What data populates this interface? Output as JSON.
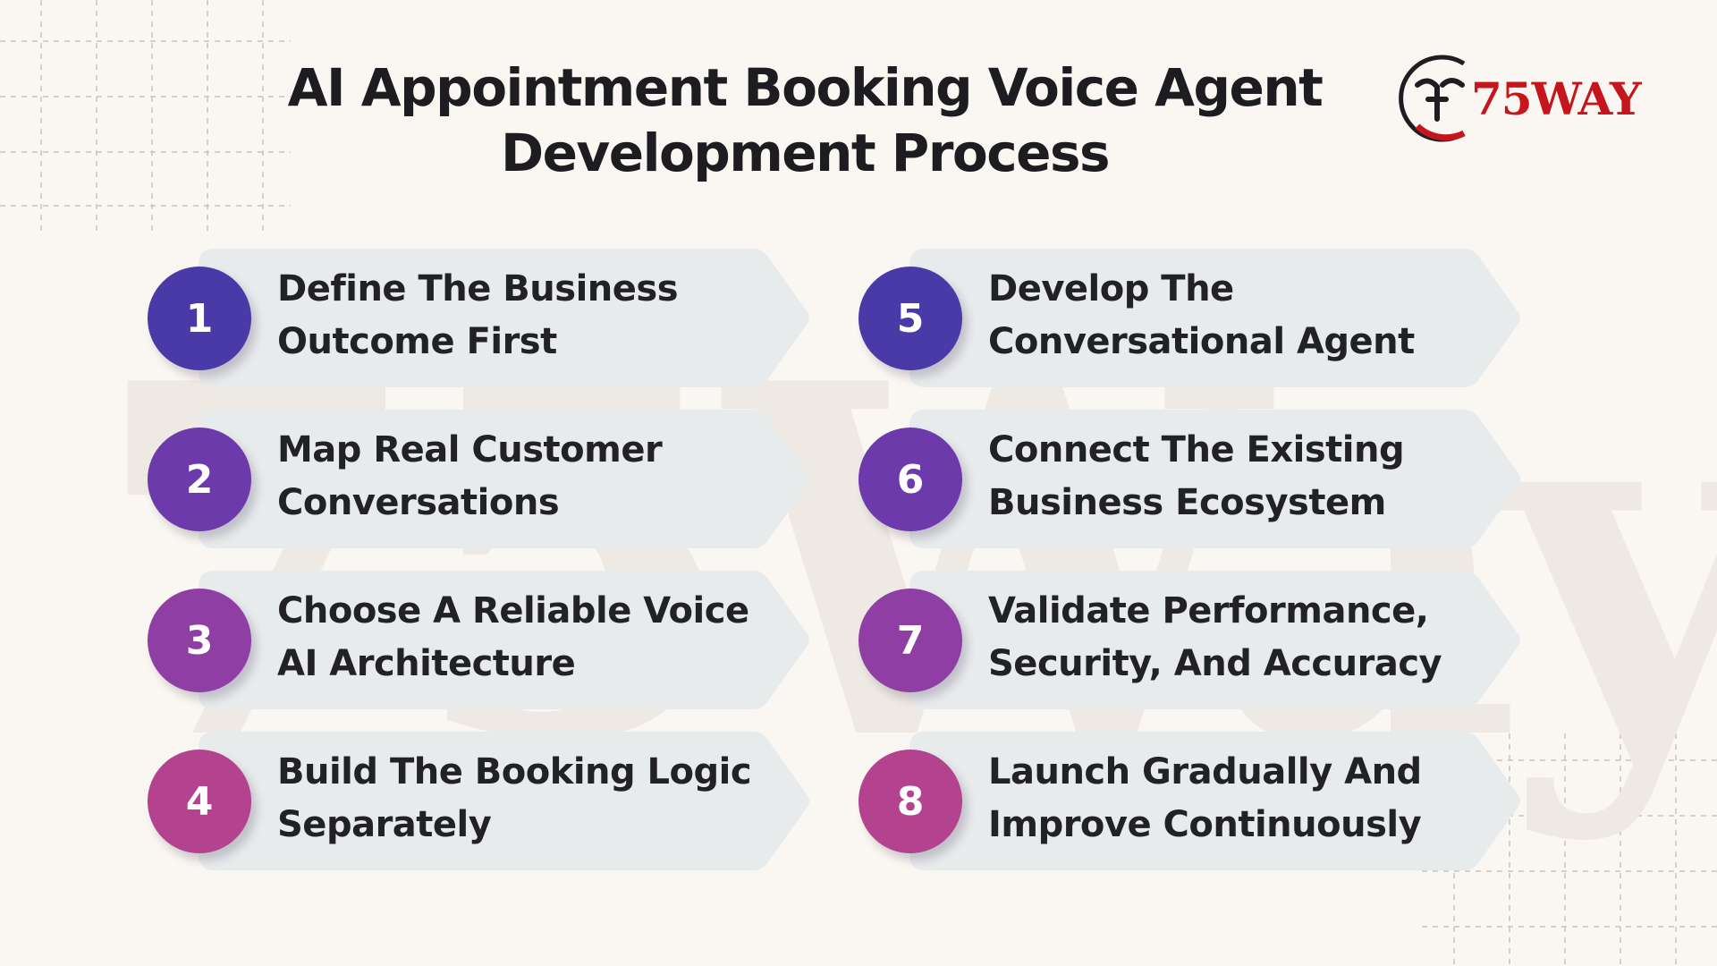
{
  "title": {
    "line1": "AI Appointment Booking Voice Agent",
    "line2": "Development Process"
  },
  "logo": {
    "text": "75WAY",
    "icon": "75way-logo-icon"
  },
  "colors": {
    "background": "#faf6f1",
    "card": "#e8ebec",
    "title": "#1d1c20",
    "logo_red": "#c4161c"
  },
  "steps": [
    {
      "number": "1",
      "line1": "Define The Business",
      "line2": "Outcome First",
      "color": "#4a3aa8"
    },
    {
      "number": "2",
      "line1": "Map Real Customer",
      "line2": "Conversations",
      "color": "#6c3aaa"
    },
    {
      "number": "3",
      "line1": "Choose A Reliable Voice",
      "line2": "AI Architecture",
      "color": "#8f3ea4"
    },
    {
      "number": "4",
      "line1": "Build The Booking Logic",
      "line2": "Separately",
      "color": "#b3428f"
    },
    {
      "number": "5",
      "line1": "Develop The",
      "line2": "Conversational Agent",
      "color": "#4a3aa8"
    },
    {
      "number": "6",
      "line1": "Connect The Existing",
      "line2": "Business Ecosystem",
      "color": "#6c3aaa"
    },
    {
      "number": "7",
      "line1": "Validate Performance,",
      "line2": "Security, And Accuracy",
      "color": "#8f3ea4"
    },
    {
      "number": "8",
      "line1": "Launch Gradually And",
      "line2": "Improve Continuously",
      "color": "#b3428f"
    }
  ]
}
